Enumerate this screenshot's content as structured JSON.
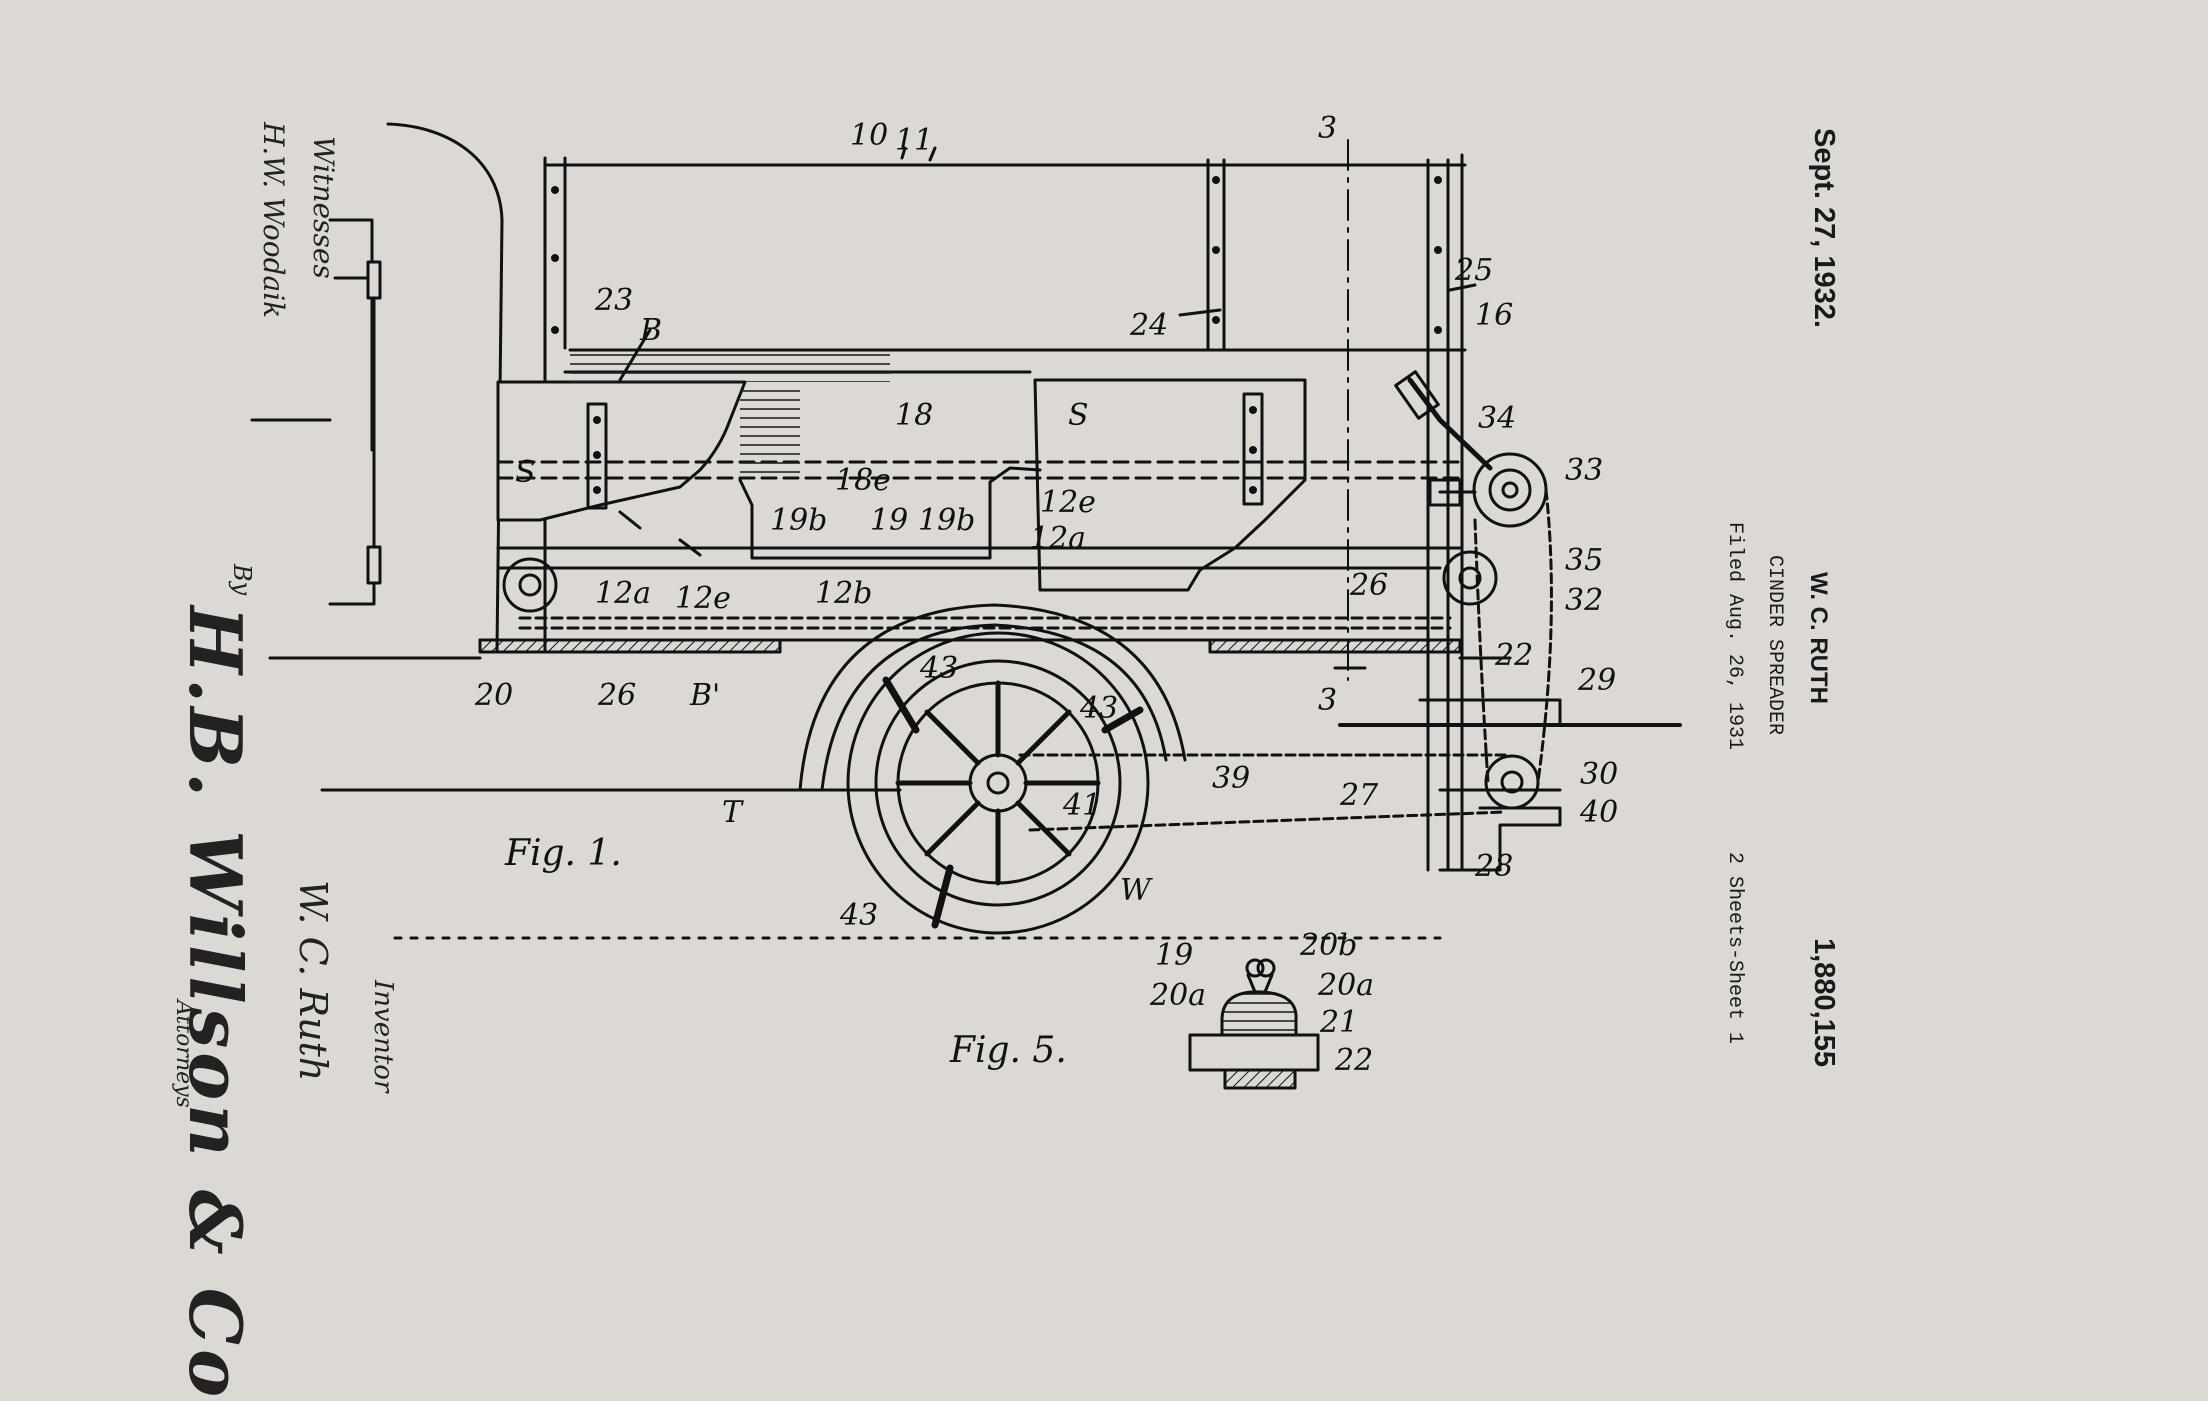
{
  "patent": {
    "date": "Sept. 27, 1932.",
    "inventor_header": "W. C. RUTH",
    "title": "CINDER SPREADER",
    "filed": "Filed Aug. 26, 1931",
    "sheets": "2 Sheets-Sheet 1",
    "number": "1,880,155"
  },
  "side": {
    "witnesses_label": "Witnesses",
    "witness_sig": "H.W. Woodaik",
    "by_label": "By",
    "attorney_sig": "H.B. Willson & Co",
    "inventor_label": "Inventor",
    "inventor_name": "W. C. Ruth",
    "attorneys_label": "Attorneys"
  },
  "figures": {
    "fig1": "Fig. 1.",
    "fig5": "Fig. 5."
  },
  "labels": [
    "10",
    "11",
    "3",
    "25",
    "16",
    "23",
    "B",
    "24",
    "18",
    "S",
    "34",
    "33",
    "S",
    "18e",
    "19b",
    "19",
    "19b",
    "12e",
    "12a",
    "35",
    "32",
    "12a",
    "12e",
    "12b",
    "26",
    "22",
    "29",
    "43",
    "43",
    "20",
    "26",
    "B'",
    "39",
    "27",
    "30",
    "41",
    "40",
    "T",
    "28",
    "W",
    "43",
    "3",
    "19",
    "20b",
    "20a",
    "20a",
    "21",
    "22"
  ]
}
